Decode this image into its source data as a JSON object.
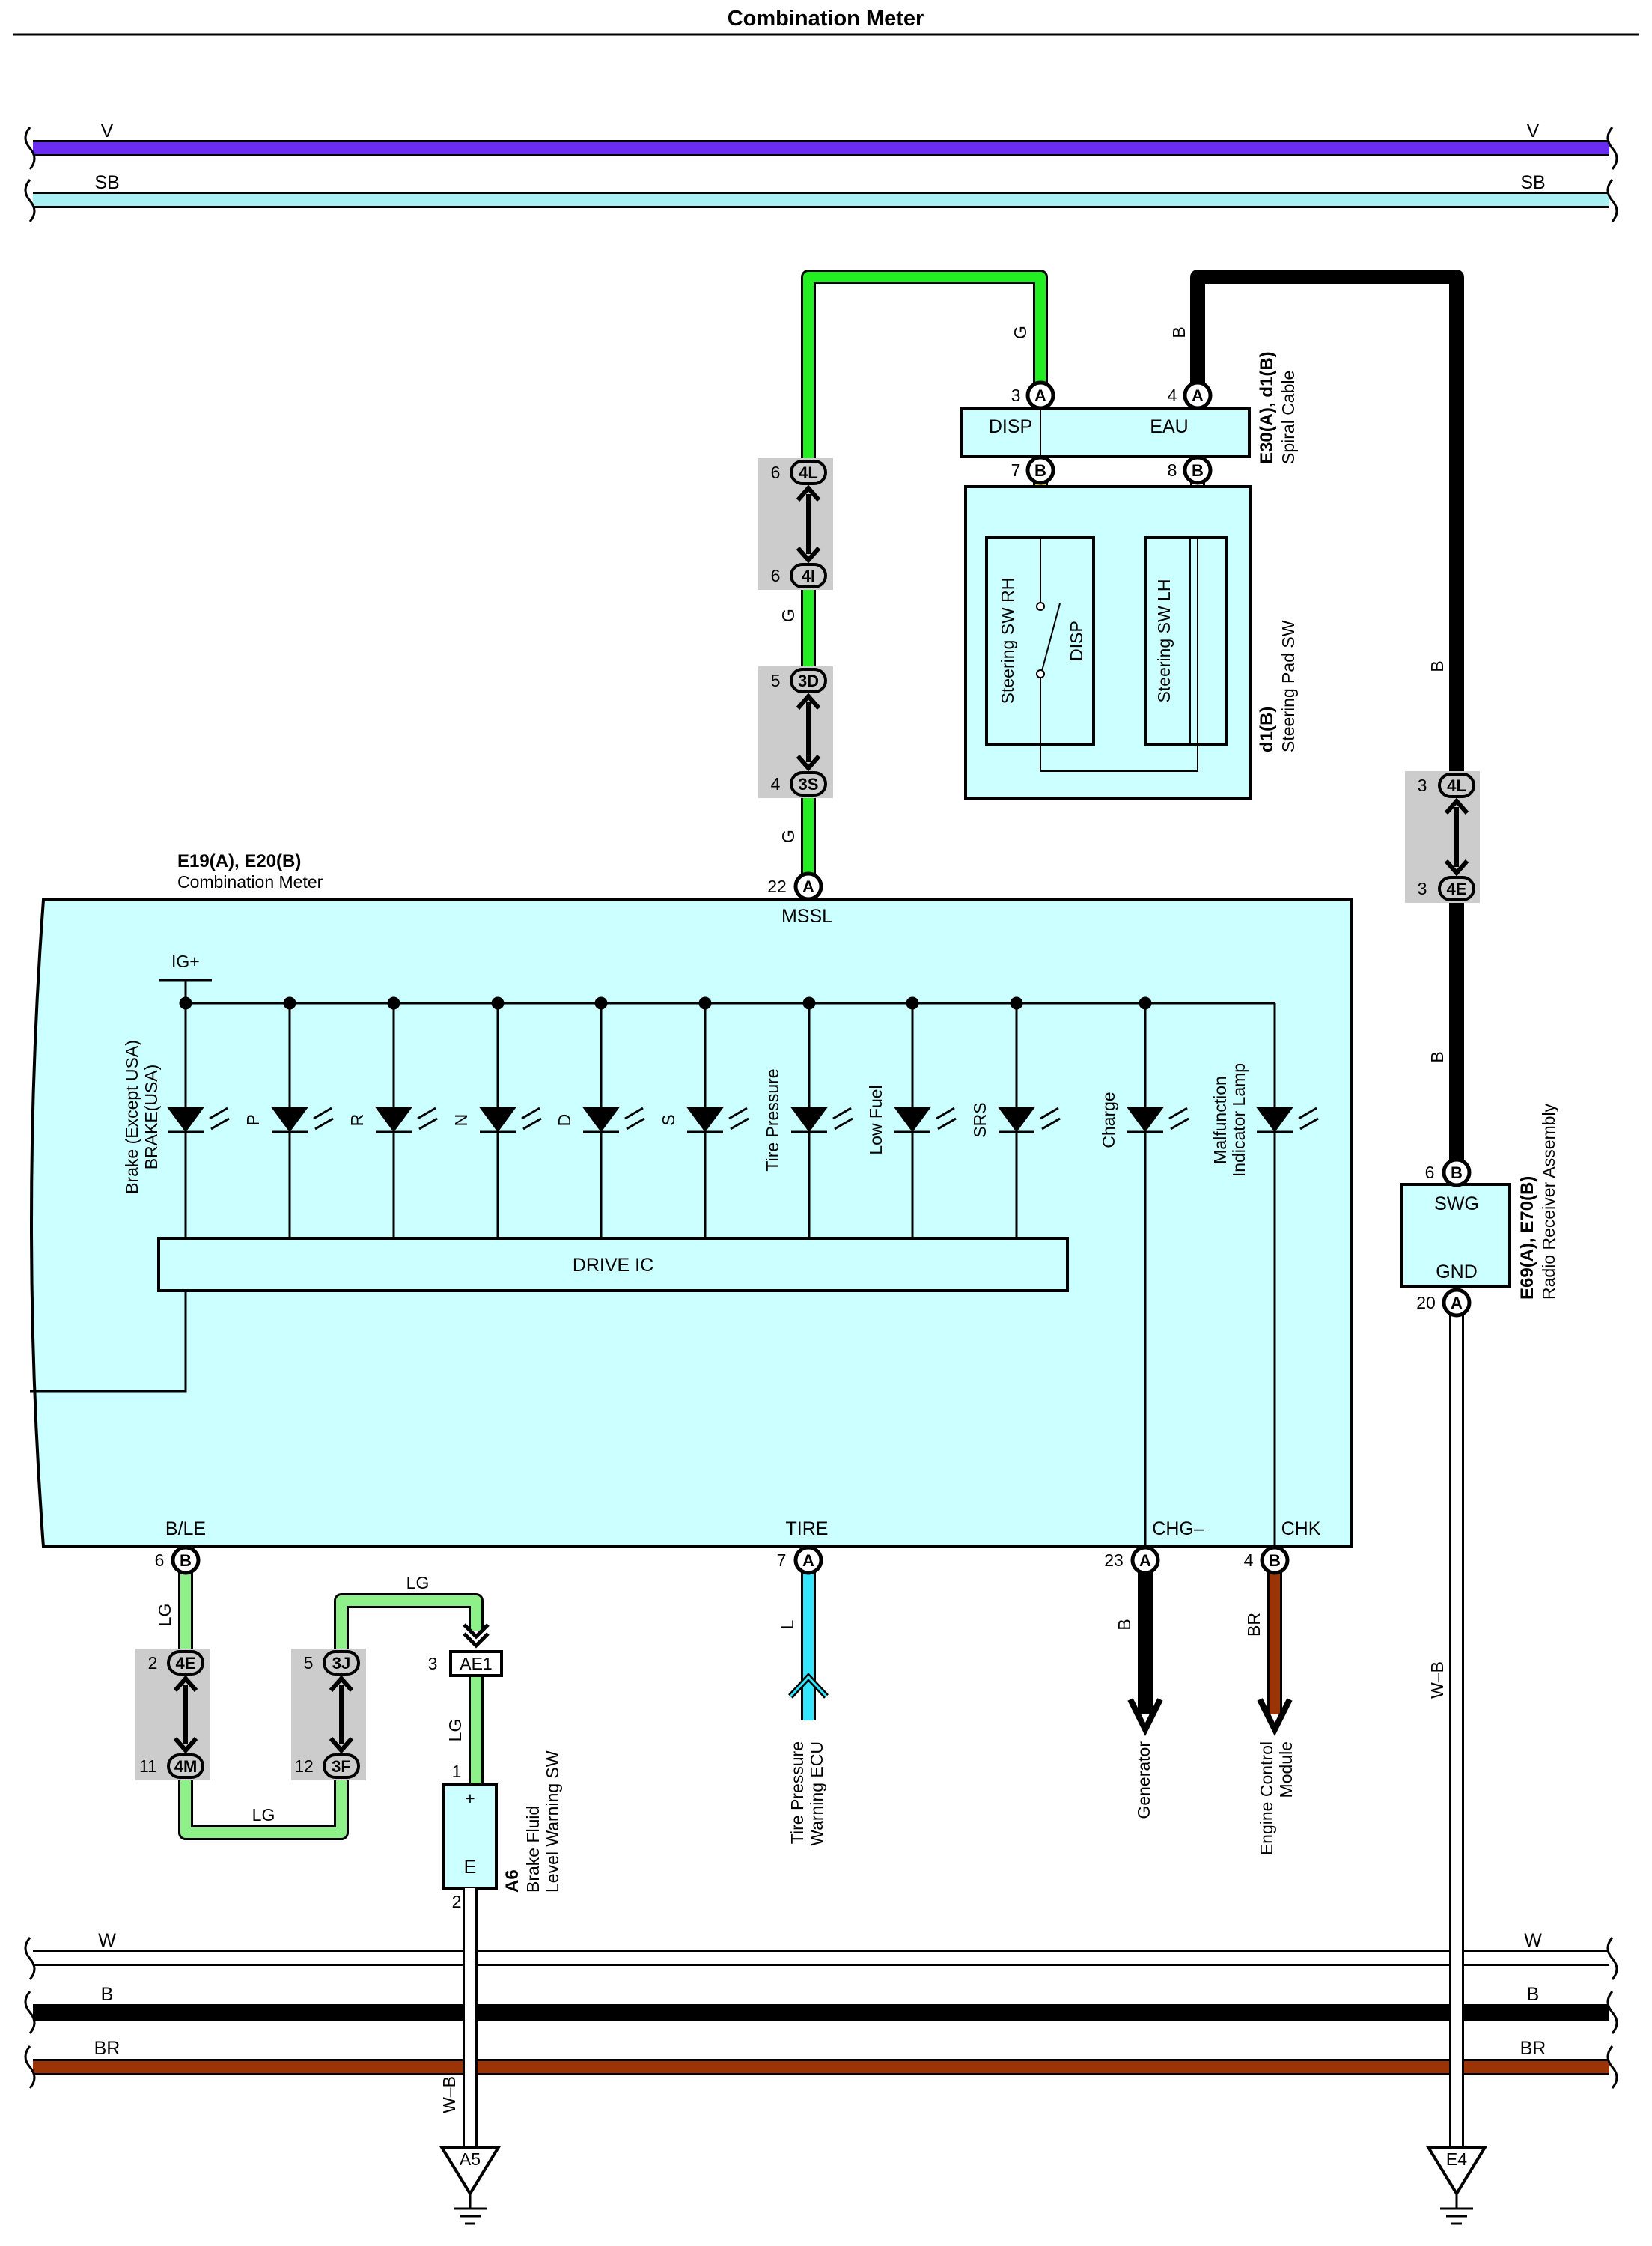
{
  "title": "Combination Meter",
  "buses": {
    "top": [
      {
        "code": "V",
        "color": "#6a2cf0"
      },
      {
        "code": "SB",
        "color": "#a8f0f2"
      }
    ],
    "bottom": [
      {
        "code": "W",
        "color": "#ffffff"
      },
      {
        "code": "B",
        "color": "#000000"
      },
      {
        "code": "BR",
        "color": "#9a3306"
      }
    ]
  },
  "wire_colors": {
    "G": "#22ee22",
    "B": "#000000",
    "Y": "#f5d800",
    "W": "#ffffff",
    "LG": "#8ef088",
    "L": "#33e5ff",
    "BR": "#9a3306",
    "W-B": "#ffffff"
  },
  "fill_colors": {
    "component": "#ccffff",
    "junction": "#cccccc"
  },
  "spiral_cable": {
    "code": "E30(A), d1(B)",
    "name": "Spiral Cable",
    "pins": [
      {
        "side": "3",
        "conn": "A"
      },
      {
        "side": "4",
        "conn": "A"
      },
      {
        "side": "7",
        "conn": "B"
      },
      {
        "side": "8",
        "conn": "B"
      }
    ],
    "terminals": [
      "DISP",
      "EAU"
    ]
  },
  "steering_pad": {
    "code": "d1(B)",
    "name": "Steering Pad SW",
    "rh": "Steering SW RH",
    "lh": "Steering SW LH",
    "switch": "DISP"
  },
  "combination_meter": {
    "code": "E19(A), E20(B)",
    "name": "Combination Meter",
    "ig": "IG+",
    "drive_ic": "DRIVE IC",
    "terminals": {
      "mssl": "MSSL",
      "ble": "B/LE",
      "tire": "TIRE",
      "chg": "CHG–",
      "chk": "CHK"
    },
    "lamps": [
      "Brake (Except USA)",
      "BRAKE(USA)",
      "P",
      "R",
      "N",
      "D",
      "S",
      "Tire Pressure",
      "Low Fuel",
      "SRS",
      "Charge",
      "Malfunction",
      "Indicator Lamp"
    ]
  },
  "radio": {
    "code": "E69(A), E70(B)",
    "name": "Radio Receiver Assembly",
    "terminals": [
      "SWG",
      "GND"
    ]
  },
  "brake_fluid": {
    "code": "A6",
    "name1": "Brake Fluid",
    "name2": "Level Warning SW",
    "plus": "+",
    "e": "E"
  },
  "connectors": {
    "ae1": "AE1",
    "j4L": "4L",
    "j4I": "4I",
    "j3D": "3D",
    "j3S": "3S",
    "j4L2": "4L",
    "j4E": "4E",
    "j4E2": "4E",
    "j4M": "4M",
    "j3J": "3J",
    "j3F": "3F"
  },
  "pin_numbers": {
    "p3": "3",
    "p4": "4",
    "p7": "7",
    "p8": "8",
    "j4L": "6",
    "j4I": "6",
    "j3D": "5",
    "j3S": "4",
    "mssl": "22",
    "r4L": "3",
    "r4E": "3",
    "swg": "6",
    "gnd": "20",
    "ble": "6",
    "tire": "7",
    "chg": "23",
    "chk": "4",
    "j4E": "2",
    "j4M": "11",
    "j3J": "5",
    "j3F": "12",
    "ae1": "3",
    "sw1": "1",
    "sw2": "2"
  },
  "pin_letters": {
    "a": "A",
    "b": "B"
  },
  "destinations": {
    "tpms": [
      "Tire Pressure",
      "Warning ECU"
    ],
    "generator": "Generator",
    "ecm": [
      "Engine Control",
      "Module"
    ]
  },
  "grounds": [
    "A5",
    "E4"
  ]
}
